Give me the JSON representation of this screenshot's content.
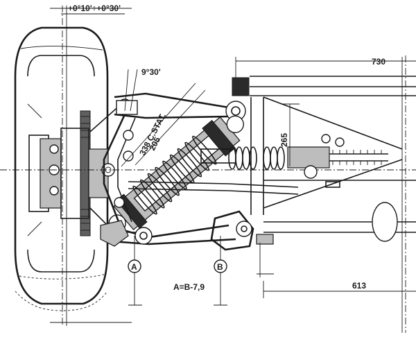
{
  "camber_note": "+0°10'÷+0°30'",
  "angle_note": "9°30'",
  "dim_730": "730",
  "dim_265": "265",
  "dim_spring": "338 C.STAT.",
  "dim_spring_len": "205",
  "dim_613": "613",
  "point_a": "A",
  "point_b": "B",
  "formula": "A=B-7,9"
}
